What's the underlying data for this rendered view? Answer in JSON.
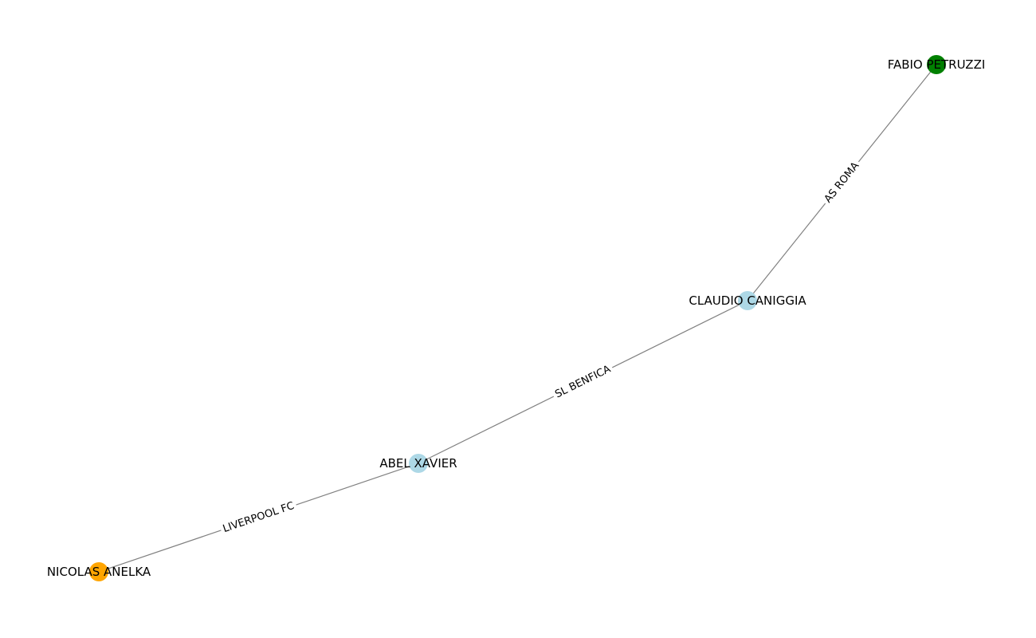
{
  "graph": {
    "nodes": [
      {
        "id": "fabio",
        "label": "FABIO PETRUZZI",
        "color": "#008000"
      },
      {
        "id": "claudio",
        "label": "CLAUDIO CANIGGIA",
        "color": "#add8e6"
      },
      {
        "id": "abel",
        "label": "ABEL XAVIER",
        "color": "#add8e6"
      },
      {
        "id": "nicolas",
        "label": "NICOLAS ANELKA",
        "color": "#ffa500"
      }
    ],
    "edges": [
      {
        "source": "claudio",
        "target": "fabio",
        "label": "AS ROMA"
      },
      {
        "source": "abel",
        "target": "claudio",
        "label": "SL BENFICA"
      },
      {
        "source": "nicolas",
        "target": "abel",
        "label": "LIVERPOOL FC"
      }
    ],
    "edge_color": "#808080"
  }
}
